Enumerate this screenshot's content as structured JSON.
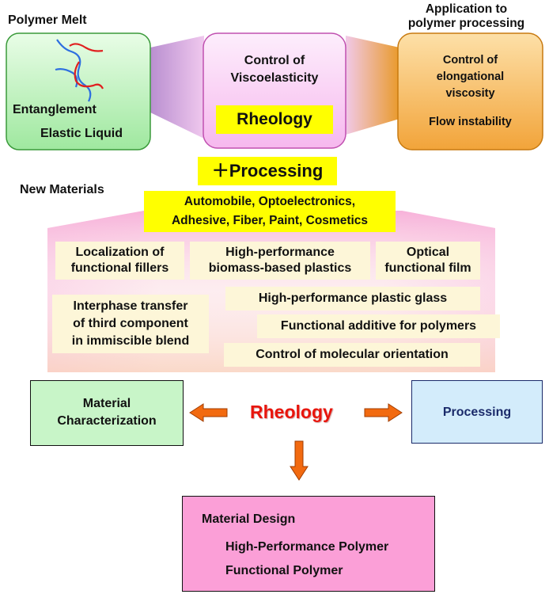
{
  "top": {
    "melt_label": "Polymer Melt",
    "entanglement": "Entanglement",
    "elastic_liquid": "Elastic Liquid",
    "control_visco_1": "Control of",
    "control_visco_2": "Viscoelasticity",
    "rheology": "Rheology",
    "app_label_1": "Application to",
    "app_label_2": "polymer processing",
    "elong_1": "Control of",
    "elong_2": "elongational",
    "elong_3": "viscosity",
    "flow_instability": "Flow instability"
  },
  "processing_label": "＋Processing",
  "new_materials": {
    "label": "New Materials",
    "apps_1": "Automobile, Optoelectronics,",
    "apps_2": "Adhesive, Fiber, Paint, Cosmetics",
    "items": [
      [
        "Localization of",
        "functional fillers"
      ],
      [
        "High-performance",
        "biomass-based plastics"
      ],
      [
        "Optical",
        "functional film"
      ],
      [
        "Interphase transfer",
        "of third component",
        "in immiscible blend"
      ],
      [
        "High-performance plastic glass"
      ],
      [
        "Functional additive for polymers"
      ],
      [
        "Control of molecular orientation"
      ]
    ]
  },
  "middle": {
    "material_char_1": "Material",
    "material_char_2": "Characterization",
    "rheology": "Rheology",
    "processing": "Processing"
  },
  "design": {
    "title": "Material Design",
    "item_1": "High-Performance Polymer",
    "item_2": "Functional Polymer"
  },
  "colors": {
    "green_box": "#c8f5c8",
    "pink_box": "#fbd0f5",
    "orange_box": "#f9c264",
    "arrow": "#f26a10",
    "rheology_red": "#e8150c",
    "processing_blue": "#d3ecfb",
    "design_pink": "#fb9fd7"
  }
}
